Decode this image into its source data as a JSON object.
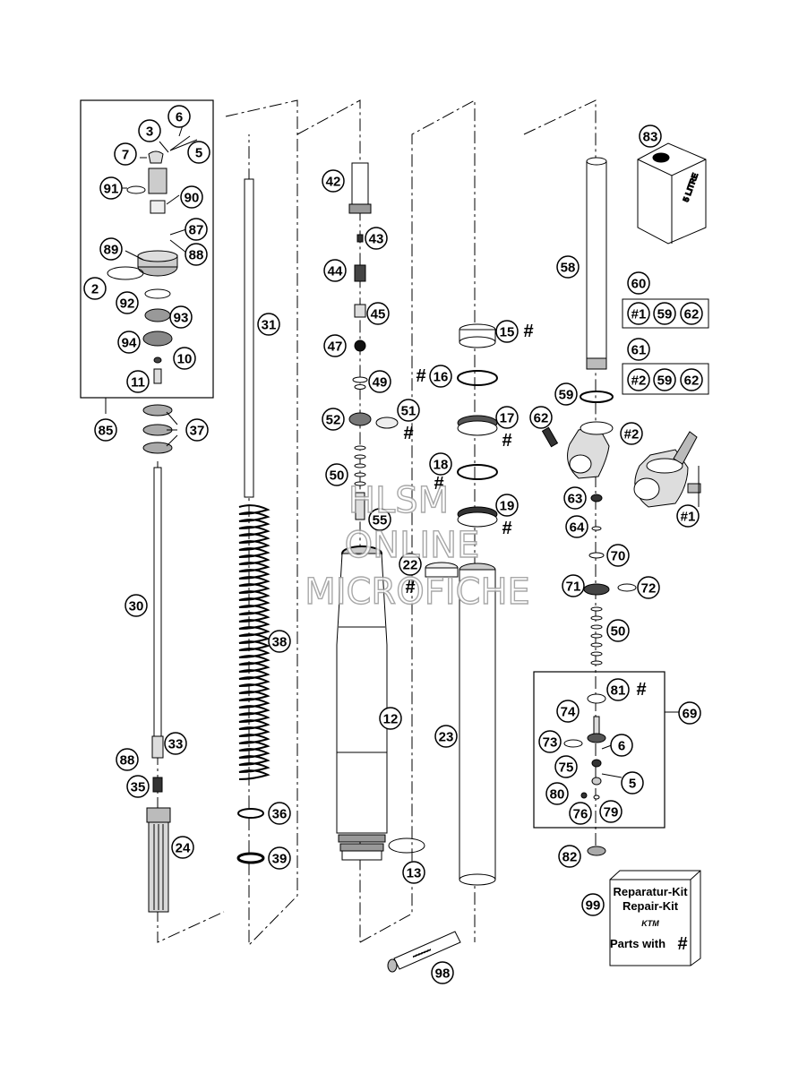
{
  "watermark": {
    "line1": "HLSM",
    "line2": "ONLINE",
    "line3": "MICROFICHE"
  },
  "callouts": {
    "c2": "2",
    "c3": "3",
    "c5a": "5",
    "c5b": "5",
    "c6a": "6",
    "c6b": "6",
    "c7": "7",
    "c10": "10",
    "c11": "11",
    "c12": "12",
    "c13": "13",
    "c15": "15",
    "c16": "16",
    "c17": "17",
    "c18": "18",
    "c19": "19",
    "c22": "22",
    "c23": "23",
    "c24": "24",
    "c30": "30",
    "c31": "31",
    "c33": "33",
    "c35": "35",
    "c36": "36",
    "c37": "37",
    "c38": "38",
    "c39": "39",
    "c42": "42",
    "c43": "43",
    "c44": "44",
    "c45": "45",
    "c47": "47",
    "c49": "49",
    "c50a": "50",
    "c50b": "50",
    "c51": "51",
    "c52": "52",
    "c55": "55",
    "c58": "58",
    "c59a": "59",
    "c59b": "59",
    "c59c": "59",
    "c60": "60",
    "c61": "61",
    "c62a": "62",
    "c62b": "62",
    "c62c": "62",
    "c63": "63",
    "c64": "64",
    "c69": "69",
    "c70": "70",
    "c71": "71",
    "c72": "72",
    "c73": "73",
    "c74": "74",
    "c75": "75",
    "c76": "76",
    "c79": "79",
    "c80": "80",
    "c81": "81",
    "c82": "82",
    "c83": "83",
    "c85": "85",
    "c87": "87",
    "c88a": "88",
    "c88b": "88",
    "c89": "89",
    "c90": "90",
    "c91": "91",
    "c92": "92",
    "c93": "93",
    "c94": "94",
    "c98": "98",
    "c99": "99",
    "k1a": "#1",
    "k2a": "#2",
    "k1b": "#1",
    "k2b": "#2"
  },
  "hash_mark": "#",
  "can_label": "5 LITRE",
  "kit_box": {
    "line1": "Reparatur-Kit",
    "line2": "Repair-Kit",
    "brand": "KTM",
    "line3": "Parts with",
    "hash": "#"
  }
}
